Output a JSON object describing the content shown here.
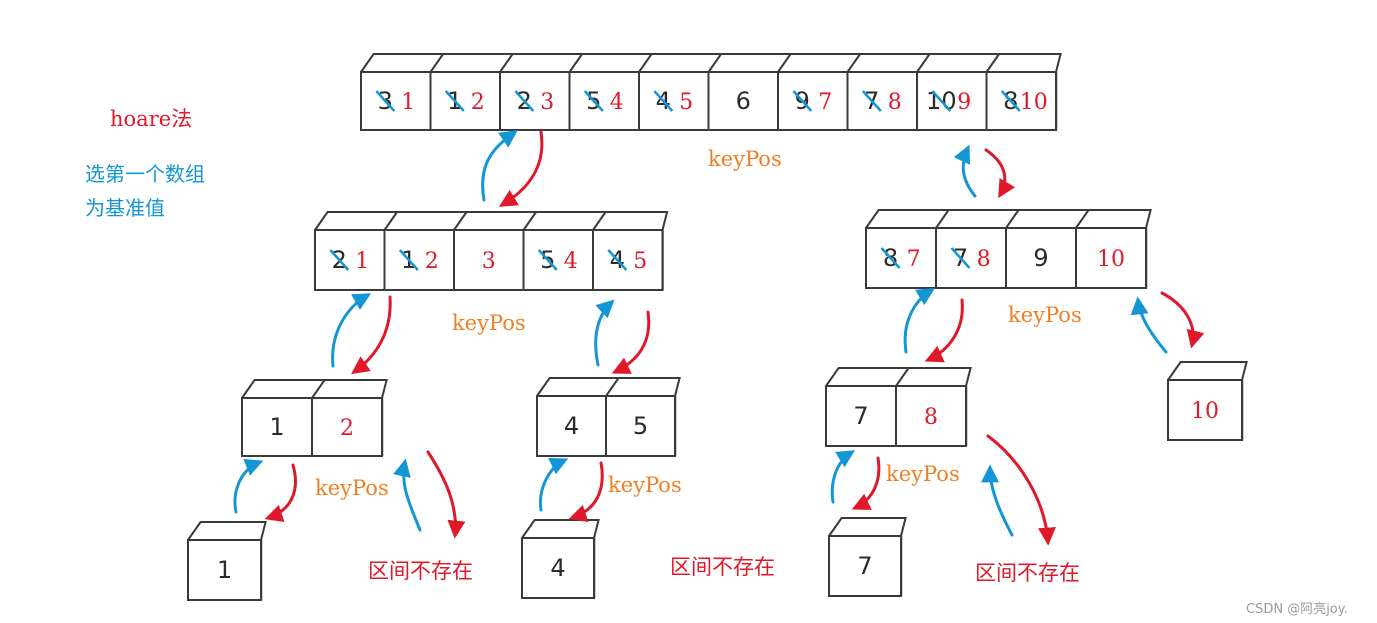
{
  "colors": {
    "box_stroke": "#3a3a3a",
    "blue": "#1596d4",
    "red": "#e0182a",
    "orange": "#f07f24",
    "gray_ink": "#2b2b2b",
    "watermark": "#9a9a9a"
  },
  "title": "hoare法",
  "note": [
    "选第一个数组",
    "为基准值"
  ],
  "key_label": "keyPos",
  "empty_interval_label": "区间不存在",
  "watermark": "CSDN @阿亮joy.",
  "arrays": [
    {
      "id": "top",
      "cells": [
        {
          "old": "3",
          "new": "1"
        },
        {
          "old": "1",
          "new": "2"
        },
        {
          "old": "2",
          "new": "3"
        },
        {
          "old": "5",
          "new": "4"
        },
        {
          "old": "4",
          "new": "5"
        },
        {
          "old": "6",
          "new": ""
        },
        {
          "old": "9",
          "new": "7"
        },
        {
          "old": "7",
          "new": "8"
        },
        {
          "old": "10",
          "new": "9"
        },
        {
          "old": "8",
          "new": "10"
        }
      ]
    },
    {
      "id": "left-mid",
      "cells": [
        {
          "old": "2",
          "new": "1"
        },
        {
          "old": "1",
          "new": "2"
        },
        {
          "old": "",
          "new": "3"
        },
        {
          "old": "5",
          "new": "4"
        },
        {
          "old": "4",
          "new": "5"
        }
      ]
    },
    {
      "id": "right-mid",
      "cells": [
        {
          "old": "8",
          "new": "7"
        },
        {
          "old": "7",
          "new": "8"
        },
        {
          "old": "9",
          "new": ""
        },
        {
          "old": "",
          "new": "10"
        }
      ]
    },
    {
      "id": "pair-12",
      "cells": [
        {
          "old": "1",
          "new": ""
        },
        {
          "old": "",
          "new": "2"
        }
      ]
    },
    {
      "id": "pair-45",
      "cells": [
        {
          "old": "4",
          "new": ""
        },
        {
          "old": "5",
          "new": ""
        }
      ]
    },
    {
      "id": "pair-78",
      "cells": [
        {
          "old": "7",
          "new": ""
        },
        {
          "old": "",
          "new": "8"
        }
      ]
    },
    {
      "id": "single-10",
      "cells": [
        {
          "old": "",
          "new": "10"
        }
      ]
    },
    {
      "id": "single-1",
      "cells": [
        {
          "old": "1",
          "new": ""
        }
      ]
    },
    {
      "id": "single-4",
      "cells": [
        {
          "old": "4",
          "new": ""
        }
      ]
    },
    {
      "id": "single-7",
      "cells": [
        {
          "old": "7",
          "new": ""
        }
      ]
    }
  ]
}
